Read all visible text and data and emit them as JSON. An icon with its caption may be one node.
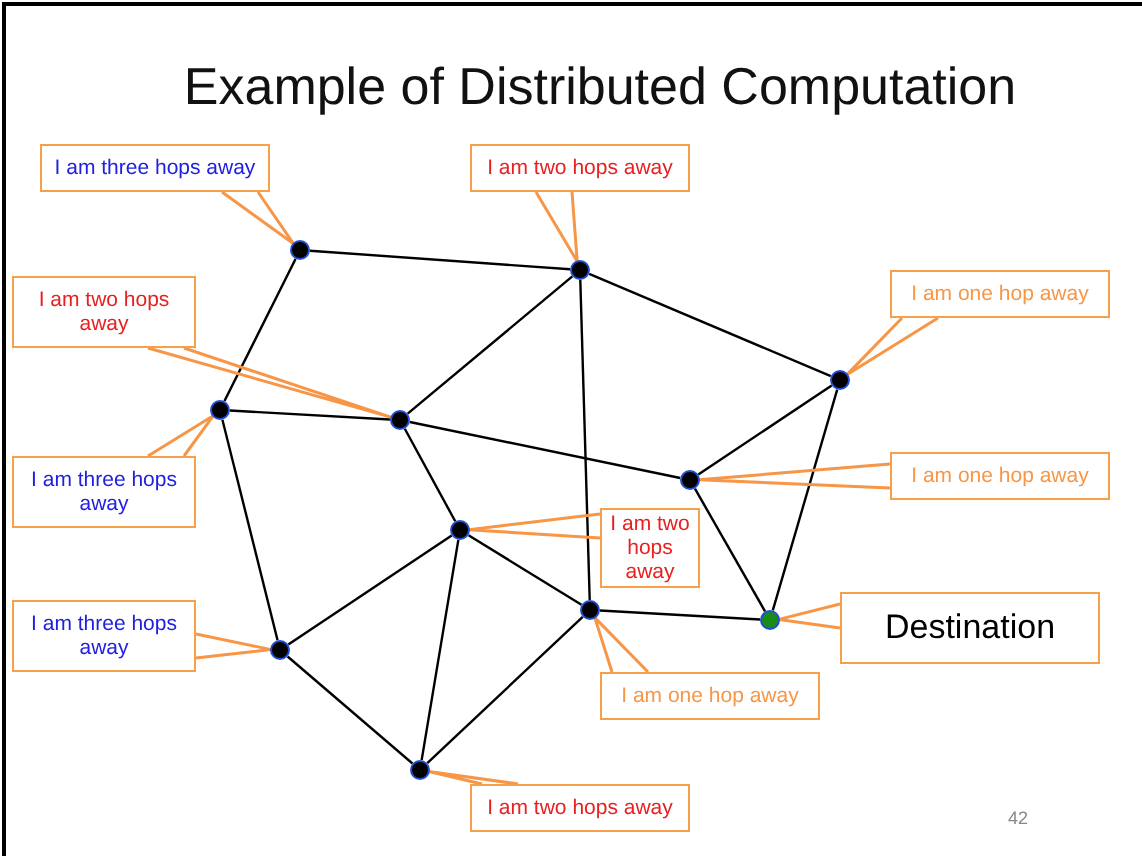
{
  "diagram": {
    "title": "Example of Distributed Computation",
    "nodes": [
      {
        "text": [
          "I am three hops away"
        ]
      },
      {
        "text": [
          "I am two hops away"
        ]
      },
      {
        "text": [],
        "shape": "circle"
      },
      {
        "text": [],
        "shape": "circle"
      },
      {
        "text": [
          "I am one hop away"
        ]
      },
      {
        "text": [
          "I am two hops away"
        ]
      },
      {
        "text": [],
        "shape": "circle"
      },
      {
        "text": [],
        "shape": "circle"
      },
      {
        "text": [],
        "shape": "circle"
      },
      {
        "text": [
          "I am two hops away"
        ]
      },
      {
        "text": [
          "I am three hops away"
        ]
      },
      {
        "text": [],
        "shape": "circle"
      },
      {
        "text": [],
        "shape": "circle"
      },
      {
        "text": [
          "I am one hop away"
        ]
      },
      {
        "text": [],
        "shape": "circle"
      },
      {
        "text": [],
        "shape": "circle"
      },
      {
        "text": [],
        "shape": "circle"
      },
      {
        "text": [
          "I am one hop away"
        ]
      },
      {
        "text": [
          "Destination"
        ]
      },
      {
        "text": [
          "I am three hops away"
        ]
      },
      {
        "text": [],
        "shape": "circle"
      },
      {
        "text": [
          "I am two hops away"
        ]
      }
    ],
    "edges": [
      {
        "from": 2,
        "to": 3,
        "arrow": "none"
      },
      {
        "from": 2,
        "to": 7,
        "arrow": "none"
      },
      {
        "from": 7,
        "to": 8,
        "arrow": "none"
      },
      {
        "from": 3,
        "to": 8,
        "arrow": "none"
      },
      {
        "from": 3,
        "to": 6,
        "arrow": "none"
      },
      {
        "from": 3,
        "to": 14,
        "arrow": "none"
      },
      {
        "from": 8,
        "to": 12,
        "arrow": "none"
      },
      {
        "from": 12,
        "to": 6,
        "arrow": "none"
      },
      {
        "from": 12,
        "to": 15,
        "arrow": "none"
      },
      {
        "from": 6,
        "to": 15,
        "arrow": "none"
      },
      {
        "from": 7,
        "to": 16,
        "arrow": "none"
      },
      {
        "from": 8,
        "to": 11,
        "arrow": "none"
      },
      {
        "from": 11,
        "to": 16,
        "arrow": "none"
      },
      {
        "from": 11,
        "to": 14,
        "arrow": "none"
      },
      {
        "from": 11,
        "to": 20,
        "arrow": "none"
      },
      {
        "from": 14,
        "to": 20,
        "arrow": "none"
      },
      {
        "from": 16,
        "to": 20,
        "arrow": "none"
      },
      {
        "from": 14,
        "to": 15,
        "arrow": "none"
      },
      {
        "from": 0,
        "to": 2,
        "arrow": "none",
        "color": "#f79646"
      },
      {
        "from": 1,
        "to": 3,
        "arrow": "none",
        "color": "#f79646"
      },
      {
        "from": 4,
        "to": 6,
        "arrow": "none",
        "color": "#f79646"
      },
      {
        "from": 5,
        "to": 8,
        "arrow": "none",
        "color": "#f79646"
      },
      {
        "from": 9,
        "to": 11,
        "arrow": "none",
        "color": "#f79646"
      },
      {
        "from": 10,
        "to": 7,
        "arrow": "none",
        "color": "#f79646"
      },
      {
        "from": 13,
        "to": 12,
        "arrow": "none",
        "color": "#f79646"
      },
      {
        "from": 17,
        "to": 14,
        "arrow": "none",
        "color": "#f79646"
      },
      {
        "from": 18,
        "to": 15,
        "arrow": "none",
        "color": "#f79646"
      },
      {
        "from": 19,
        "to": 16,
        "arrow": "none",
        "color": "#f79646"
      },
      {
        "from": 21,
        "to": 20,
        "arrow": "none",
        "color": "#f79646"
      }
    ],
    "labels": [
      "42"
    ]
  }
}
